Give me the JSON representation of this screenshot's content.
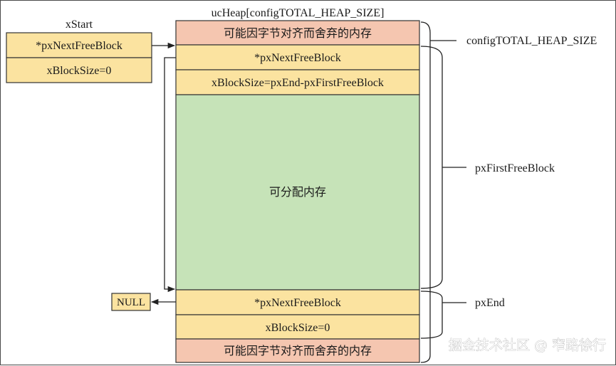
{
  "xstart": {
    "title": "xStart",
    "fields": [
      "*pxNextFreeBlock",
      "xBlockSize=0"
    ]
  },
  "heap": {
    "title": "ucHeap[configTOTAL_HEAP_SIZE]",
    "cells": [
      "可能因字节对齐而舍弃的内存",
      "*pxNextFreeBlock",
      "xBlockSize=pxEnd-pxFirstFreeBlock",
      "可分配内存",
      "*pxNextFreeBlock",
      "xBlockSize=0",
      "可能因字节对齐而舍弃的内存"
    ]
  },
  "null_label": "NULL",
  "annotations": {
    "total": "configTOTAL_HEAP_SIZE",
    "first_free": "pxFirstFreeBlock",
    "end": "pxEnd"
  },
  "watermark": "掘金技术社区 @ 窄路徐行",
  "colors": {
    "pad": "#f5c6b0",
    "header": "#fbe3a0",
    "free": "#c6e3b8",
    "xstart": "#fbe3a0"
  }
}
